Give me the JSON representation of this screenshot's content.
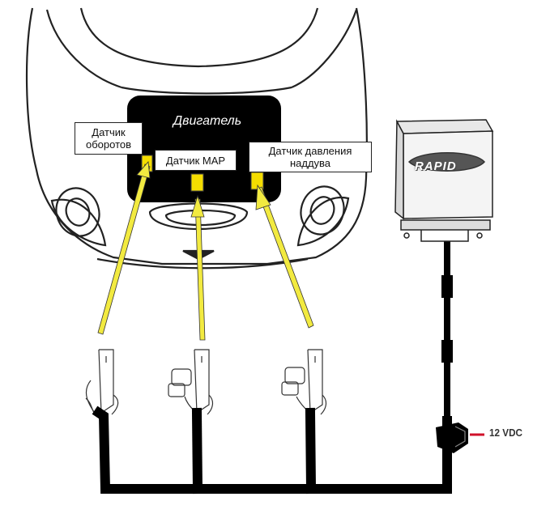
{
  "engine": {
    "title": "Двигатель"
  },
  "sensors": {
    "rpm": {
      "label": "Датчик оборотов"
    },
    "map": {
      "label": "Датчик MAP"
    },
    "boost": {
      "label": "Датчик давления наддува"
    }
  },
  "module": {
    "brand": "RAPID"
  },
  "power": {
    "label": "12 VDC"
  },
  "colors": {
    "engine_block": "#000000",
    "sensor": "#f5dd00",
    "pointer": "#f2ea40",
    "cable": "#000000",
    "power_wire": "#d0102a",
    "outline": "#222222"
  },
  "icons": {
    "car": "car-front-icon",
    "module": "control-module-icon",
    "connector": "wire-connector-icon",
    "power": "power-plug-icon"
  }
}
